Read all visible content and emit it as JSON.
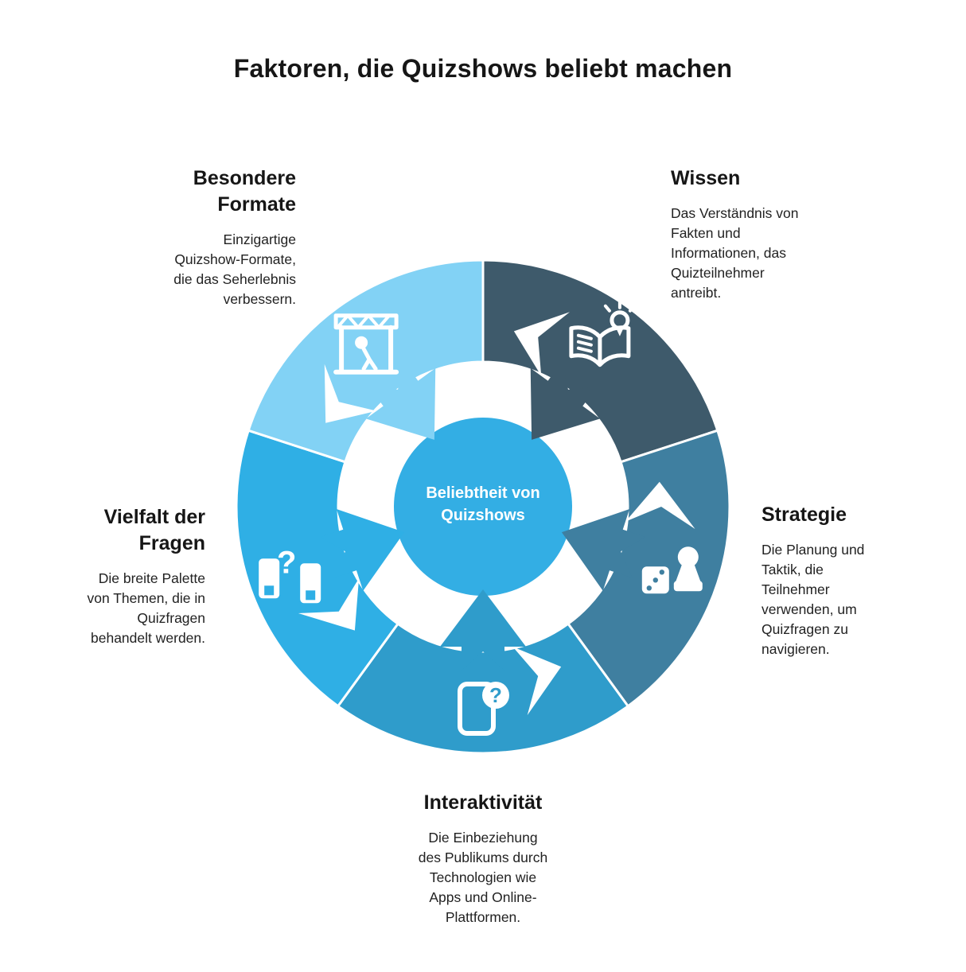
{
  "title": "Faktoren, die Quizshows beliebt machen",
  "center": {
    "label": "Beliebtheit von\nQuizshows",
    "color": "#33AEE4"
  },
  "colors": {
    "background": "#FFFFFF",
    "icon": "#FFFFFF"
  },
  "icons": {
    "question_mark": "?"
  },
  "segments": [
    {
      "id": "wissen",
      "heading": "Wissen",
      "body": "Das Verständnis von\nFakten und\nInformationen, das\nQuizteilnehmer\nantreibt.",
      "color": "#3E5A6B",
      "icon": "book-lightbulb-icon"
    },
    {
      "id": "strategie",
      "heading": "Strategie",
      "body": "Die Planung und\nTaktik, die\nTeilnehmer\nverwenden, um\nQuizfragen zu\nnavigieren.",
      "color": "#3F7FA0",
      "icon": "dice-pawn-icon"
    },
    {
      "id": "interaktivitaet",
      "heading": "Interaktivität",
      "body": "Die Einbeziehung\ndes Publikums durch\nTechnologien wie\nApps und Online-\nPlattformen.",
      "color": "#2F9CCB",
      "icon": "phone-question-icon"
    },
    {
      "id": "vielfalt",
      "heading": "Vielfalt der\nFragen",
      "body": "Die breite Palette\nvon Themen, die in\nQuizfragen\nbehandelt werden.",
      "color": "#2FAFE5",
      "icon": "cards-question-icon"
    },
    {
      "id": "besondere",
      "heading": "Besondere\nFormate",
      "body": "Einzigartige\nQuizshow-Formate,\ndie das Seherlebnis\nverbessern.",
      "color": "#82D2F5",
      "icon": "stage-icon"
    }
  ]
}
